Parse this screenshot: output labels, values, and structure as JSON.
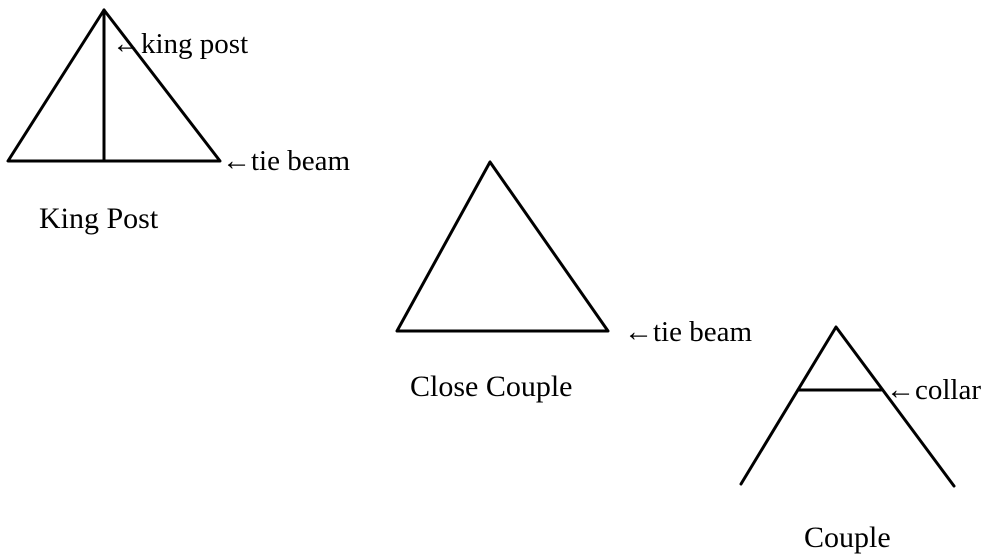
{
  "king_post_truss": {
    "title": "King Post",
    "labels": {
      "king_post": "←king post",
      "tie_beam": "←tie beam"
    }
  },
  "close_couple_truss": {
    "title": "Close Couple",
    "labels": {
      "tie_beam": "←tie beam"
    }
  },
  "couple_truss": {
    "title": "Couple",
    "labels": {
      "collar": "←collar"
    }
  }
}
